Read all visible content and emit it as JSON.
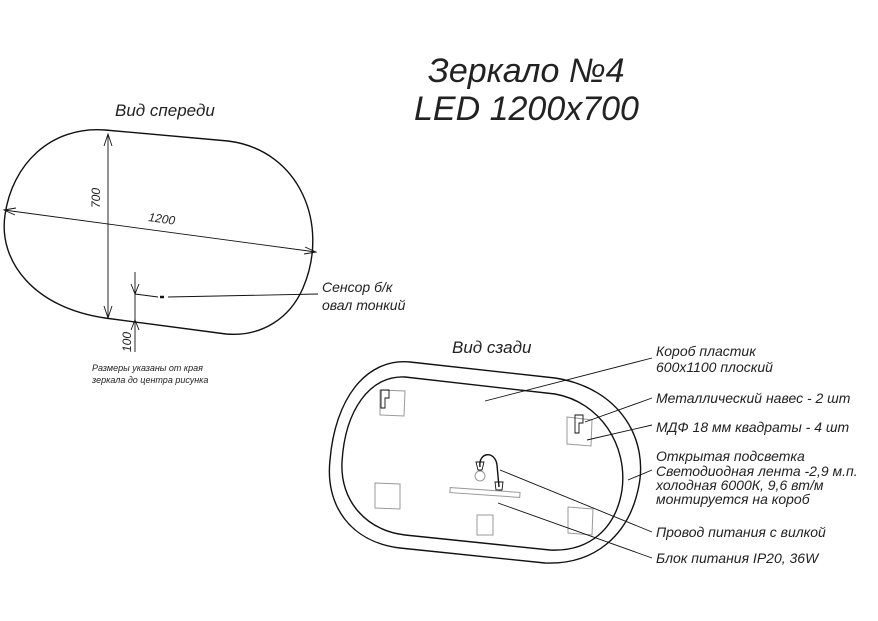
{
  "title": {
    "line1": "Зеркало №4",
    "line2": "LED 1200x700"
  },
  "front_view": {
    "label": "Вид спереди",
    "dim_height": "700",
    "dim_width": "1200",
    "dim_sensor": "100",
    "sensor_line1": "Сенсор б/к",
    "sensor_line2": "овал тонкий",
    "note_line1": "Размеры указаны от края",
    "note_line2": "зеркала до центра рисунка"
  },
  "back_view": {
    "label": "Вид сзади",
    "callouts": {
      "box_line1": "Короб пластик",
      "box_line2": "600x1100 плоский",
      "hanger": "Металлический навес - 2 шт",
      "mdf": "МДФ 18 мм квадраты - 4 шт",
      "led_line1": "Открытая подсветка",
      "led_line2": "Светодиодная лента -2,9 м.п.",
      "led_line3": "холодная 6000К, 9,6 вт/м",
      "led_line4": "монтируется на короб",
      "cable": "Провод питания с вилкой",
      "psu": "Блок питания IP20, 36W"
    }
  }
}
